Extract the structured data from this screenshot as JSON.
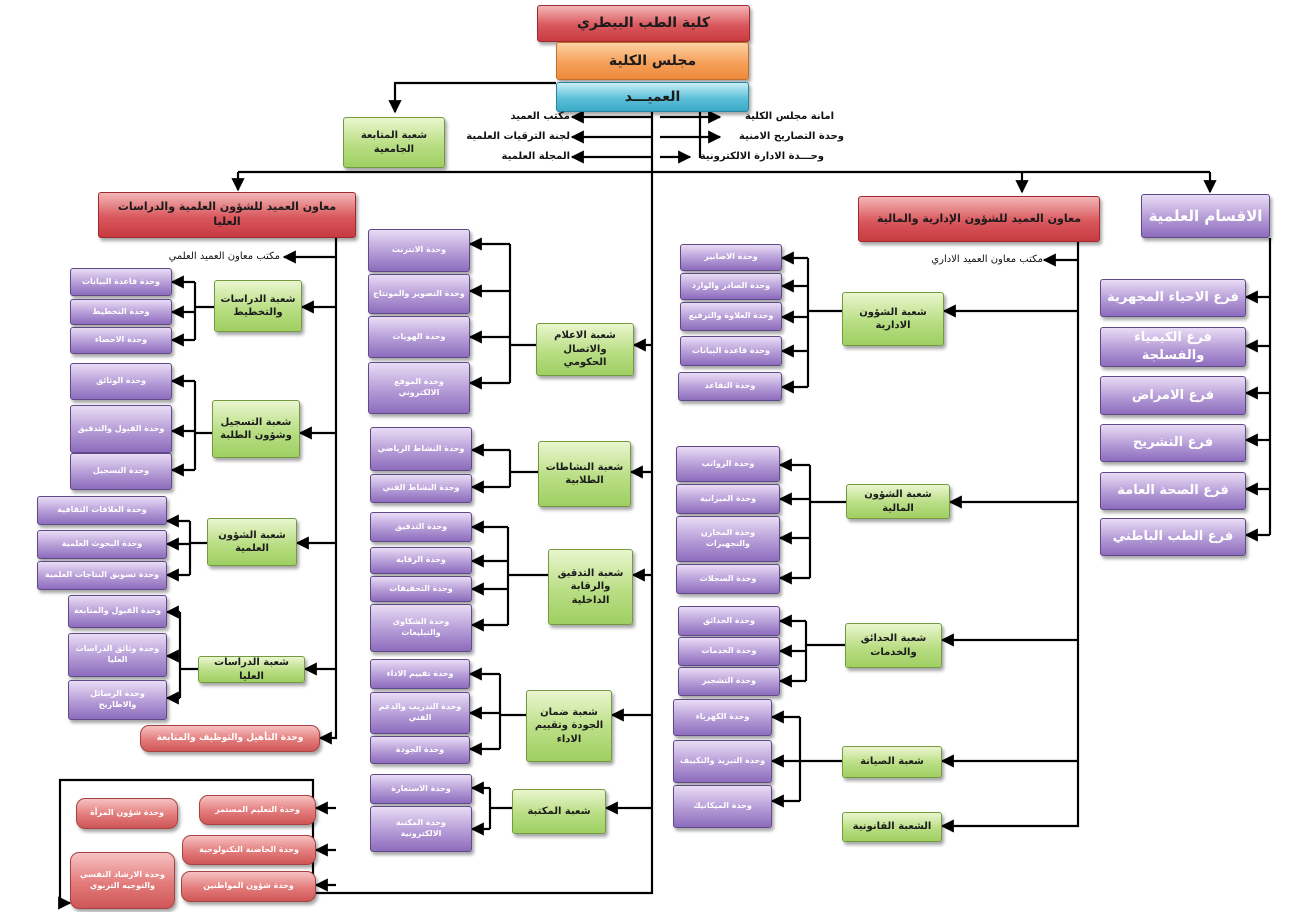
{
  "top": {
    "college": "كلية الطب البيطري",
    "council": "مجلس الكلية",
    "dean": "العميـــد"
  },
  "dean_links": {
    "follow_up": "شعبة المتابعة الجامعية",
    "dean_office": "مكتب العميد",
    "promotions": "لجنة الترقيات العلمية",
    "journal": "المجلة العلمية",
    "council_secretariat": "امانة مجلس الكلية",
    "security_permits": "وحدة التصاريح الامنية",
    "e_admin": "وحـــدة الادارة الالكترونية"
  },
  "sci_deputy": {
    "title": "معاون العميد للشؤون العلمية والدراسات العليا",
    "office": "مكتب معاون العميد العلمي",
    "planning": {
      "title": "شعبة الدراسات والتخطيط",
      "units": [
        "وحدة قاعدة البيانات",
        "وحدة التخطيط",
        "وحدة الاحصاء"
      ]
    },
    "registration": {
      "title": "شعبة التسجيل وشؤون الطلبة",
      "units": [
        "وحدة الوثائق",
        "وحدة القبول والتدقيق",
        "وحدة التسجيل"
      ]
    },
    "scientific": {
      "title": "شعبة الشؤون العلمية",
      "units": [
        "وحدة العلاقات الثقافية",
        "وحدة البحوث العلمية",
        "وحدة تسويق النتاجات العلمية"
      ]
    },
    "graduate": {
      "title": "شعبة الدراسات العليا",
      "units": [
        "وحدة القبول والمتابعة",
        "وحدة وثائق الدراسات العليا",
        "وحدة الرسائل والاطاريح"
      ]
    },
    "rehab": "وحدة التأهيل والتوظيف والمتابعة"
  },
  "center": {
    "media": {
      "title": "شعبة الاعلام والاتصال الحكومي",
      "units": [
        "وحدة الانترنت",
        "وحدة التصوير والمونتاج",
        "وحدة الهويات",
        "وحدة الموقع الالكتروني"
      ]
    },
    "activities": {
      "title": "شعبة النشاطات الطلابية",
      "units": [
        "وحدة النشاط الرياضي",
        "وحدة النشاط الفني"
      ]
    },
    "audit": {
      "title": "شعبة التدقيق والرقابة الداخلية",
      "units": [
        "وحدة التدقيق",
        "وحدة الرقابة",
        "وحدة التحقيقات",
        "وحدة الشكاوى والتبليغات"
      ]
    },
    "quality": {
      "title": "شعبة ضمان الجودة وتقييم الاداء",
      "units": [
        "وحدة تقييم الاداء",
        "وحدة التدريب والدعم الفني",
        "وحدة الجودة"
      ]
    },
    "library": {
      "title": "شعبة المكتبة",
      "units": [
        "وحدة الاستعارة",
        "وحدة المكتبة الالكترونية"
      ]
    }
  },
  "bottom_units": {
    "women": "وحدة شؤون المرأة",
    "continuing": "وحدة التعليم المستمر",
    "incubator": "وحدة الحاضنة التكنولوجية",
    "counseling": "وحدة الارشاد النفسي والتوجيه التربوي",
    "citizens": "وحدة شؤون المواطنين"
  },
  "admin_deputy": {
    "title": "معاون العميد للشؤون الإدارية والمالية",
    "office": "مكتب معاون العميد الاداري",
    "administrative": {
      "title": "شعبة الشؤون الادارية",
      "units": [
        "وحدة الاضابير",
        "وحدة الصادر والوارد",
        "وحدة العلاوة والترفيع",
        "وحدة قاعدة البيانات",
        "وحدة التقاعد"
      ]
    },
    "financial": {
      "title": "شعبة الشؤون المالية",
      "units": [
        "وحدة الرواتب",
        "وحدة الميزانية",
        "وحدة المخازن والتجهيزات",
        "وحدة السجلات"
      ]
    },
    "gardens": {
      "title": "شعبة الحدائق والخدمات",
      "units": [
        "وحدة الحدائق",
        "وحدة الخدمات",
        "وحدة التشجير"
      ]
    },
    "maintenance": {
      "title": "شعبة الصيانة",
      "units": [
        "وحدة الكهرباء",
        "وحدة التبريد والتكييف",
        "وحدة الميكانيك"
      ]
    },
    "legal": "الشعبة القانونية"
  },
  "departments": {
    "title": "الاقسام العلمية",
    "items": [
      "فرع الاحياء المجهرية",
      "فرع الكيمياء والفسلجة",
      "فرع الامراض",
      "فرع التشريح",
      "فرع الصحة العامة",
      "فرع الطب الباطني"
    ]
  }
}
